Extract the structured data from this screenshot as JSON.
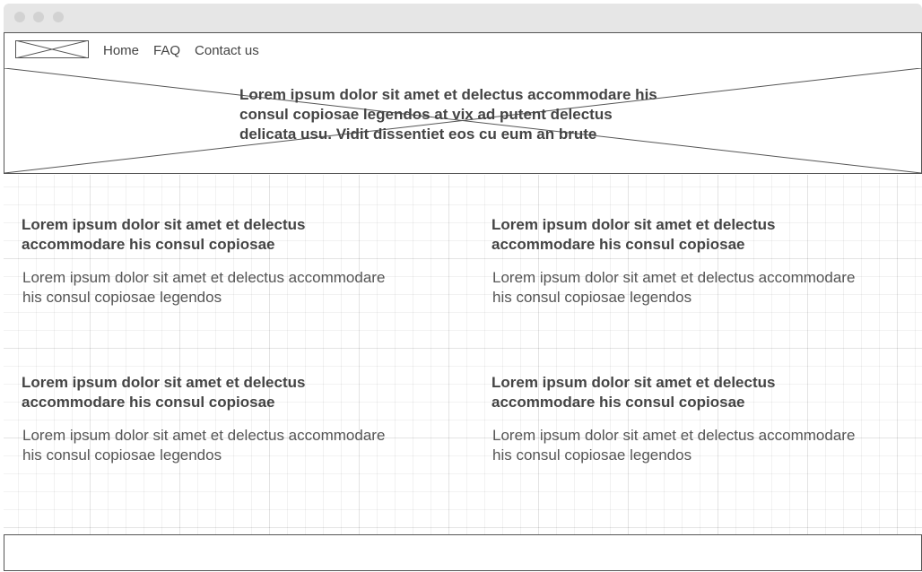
{
  "window": {
    "controls": [
      "close-dot",
      "minimize-dot",
      "maximize-dot"
    ]
  },
  "nav": {
    "logo_icon": "image-placeholder-icon",
    "links": [
      "Home",
      "FAQ",
      "Contact us"
    ]
  },
  "hero": {
    "background_icon": "image-placeholder-icon",
    "text": "Lorem ipsum dolor sit amet et delectus accommodare his consul copiosae legendos at vix ad putent delectus delicata usu. Vidit dissentiet eos cu eum an brute"
  },
  "cards": [
    {
      "heading": "Lorem ipsum dolor sit amet et delectus accommodare his consul copiosae",
      "body": "Lorem ipsum dolor sit amet et delectus accommodare his consul copiosae legendos"
    },
    {
      "heading": "Lorem ipsum dolor sit amet et delectus accommodare his consul copiosae",
      "body": "Lorem ipsum dolor sit amet et delectus accommodare his consul copiosae legendos"
    },
    {
      "heading": "Lorem ipsum dolor sit amet et delectus accommodare his consul copiosae",
      "body": "Lorem ipsum dolor sit amet et delectus accommodare his consul copiosae legendos"
    },
    {
      "heading": "Lorem ipsum dolor sit amet et delectus accommodare his consul copiosae",
      "body": "Lorem ipsum dolor sit amet et delectus accommodare his consul copiosae legendos"
    }
  ],
  "colors": {
    "border": "#555555",
    "text": "#444444",
    "title_bar": "#e6e6e6"
  }
}
